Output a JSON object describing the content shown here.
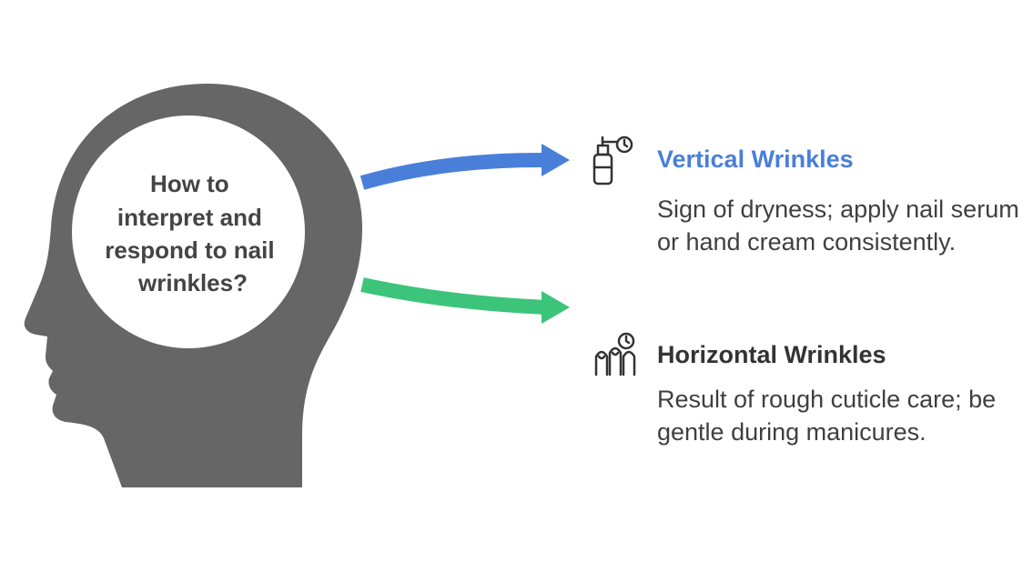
{
  "question": {
    "lines": [
      "How to",
      "interpret and",
      "respond to nail",
      "wrinkles?"
    ]
  },
  "options": [
    {
      "heading": "Vertical Wrinkles",
      "description": "Sign of dryness; apply nail serum or hand cream consistently.",
      "icon": "serum-bottle-icon",
      "color": "#4a7fd9",
      "arrow_color": "#4a7fd9"
    },
    {
      "heading": "Horizontal Wrinkles",
      "description": "Result of rough cuticle care; be gentle during manicures.",
      "icon": "fingers-clock-icon",
      "color": "#333333",
      "arrow_color": "#3cc47a"
    }
  ],
  "colors": {
    "head": "#666666",
    "head_inner": "#ffffff",
    "question_text": "#444444"
  }
}
